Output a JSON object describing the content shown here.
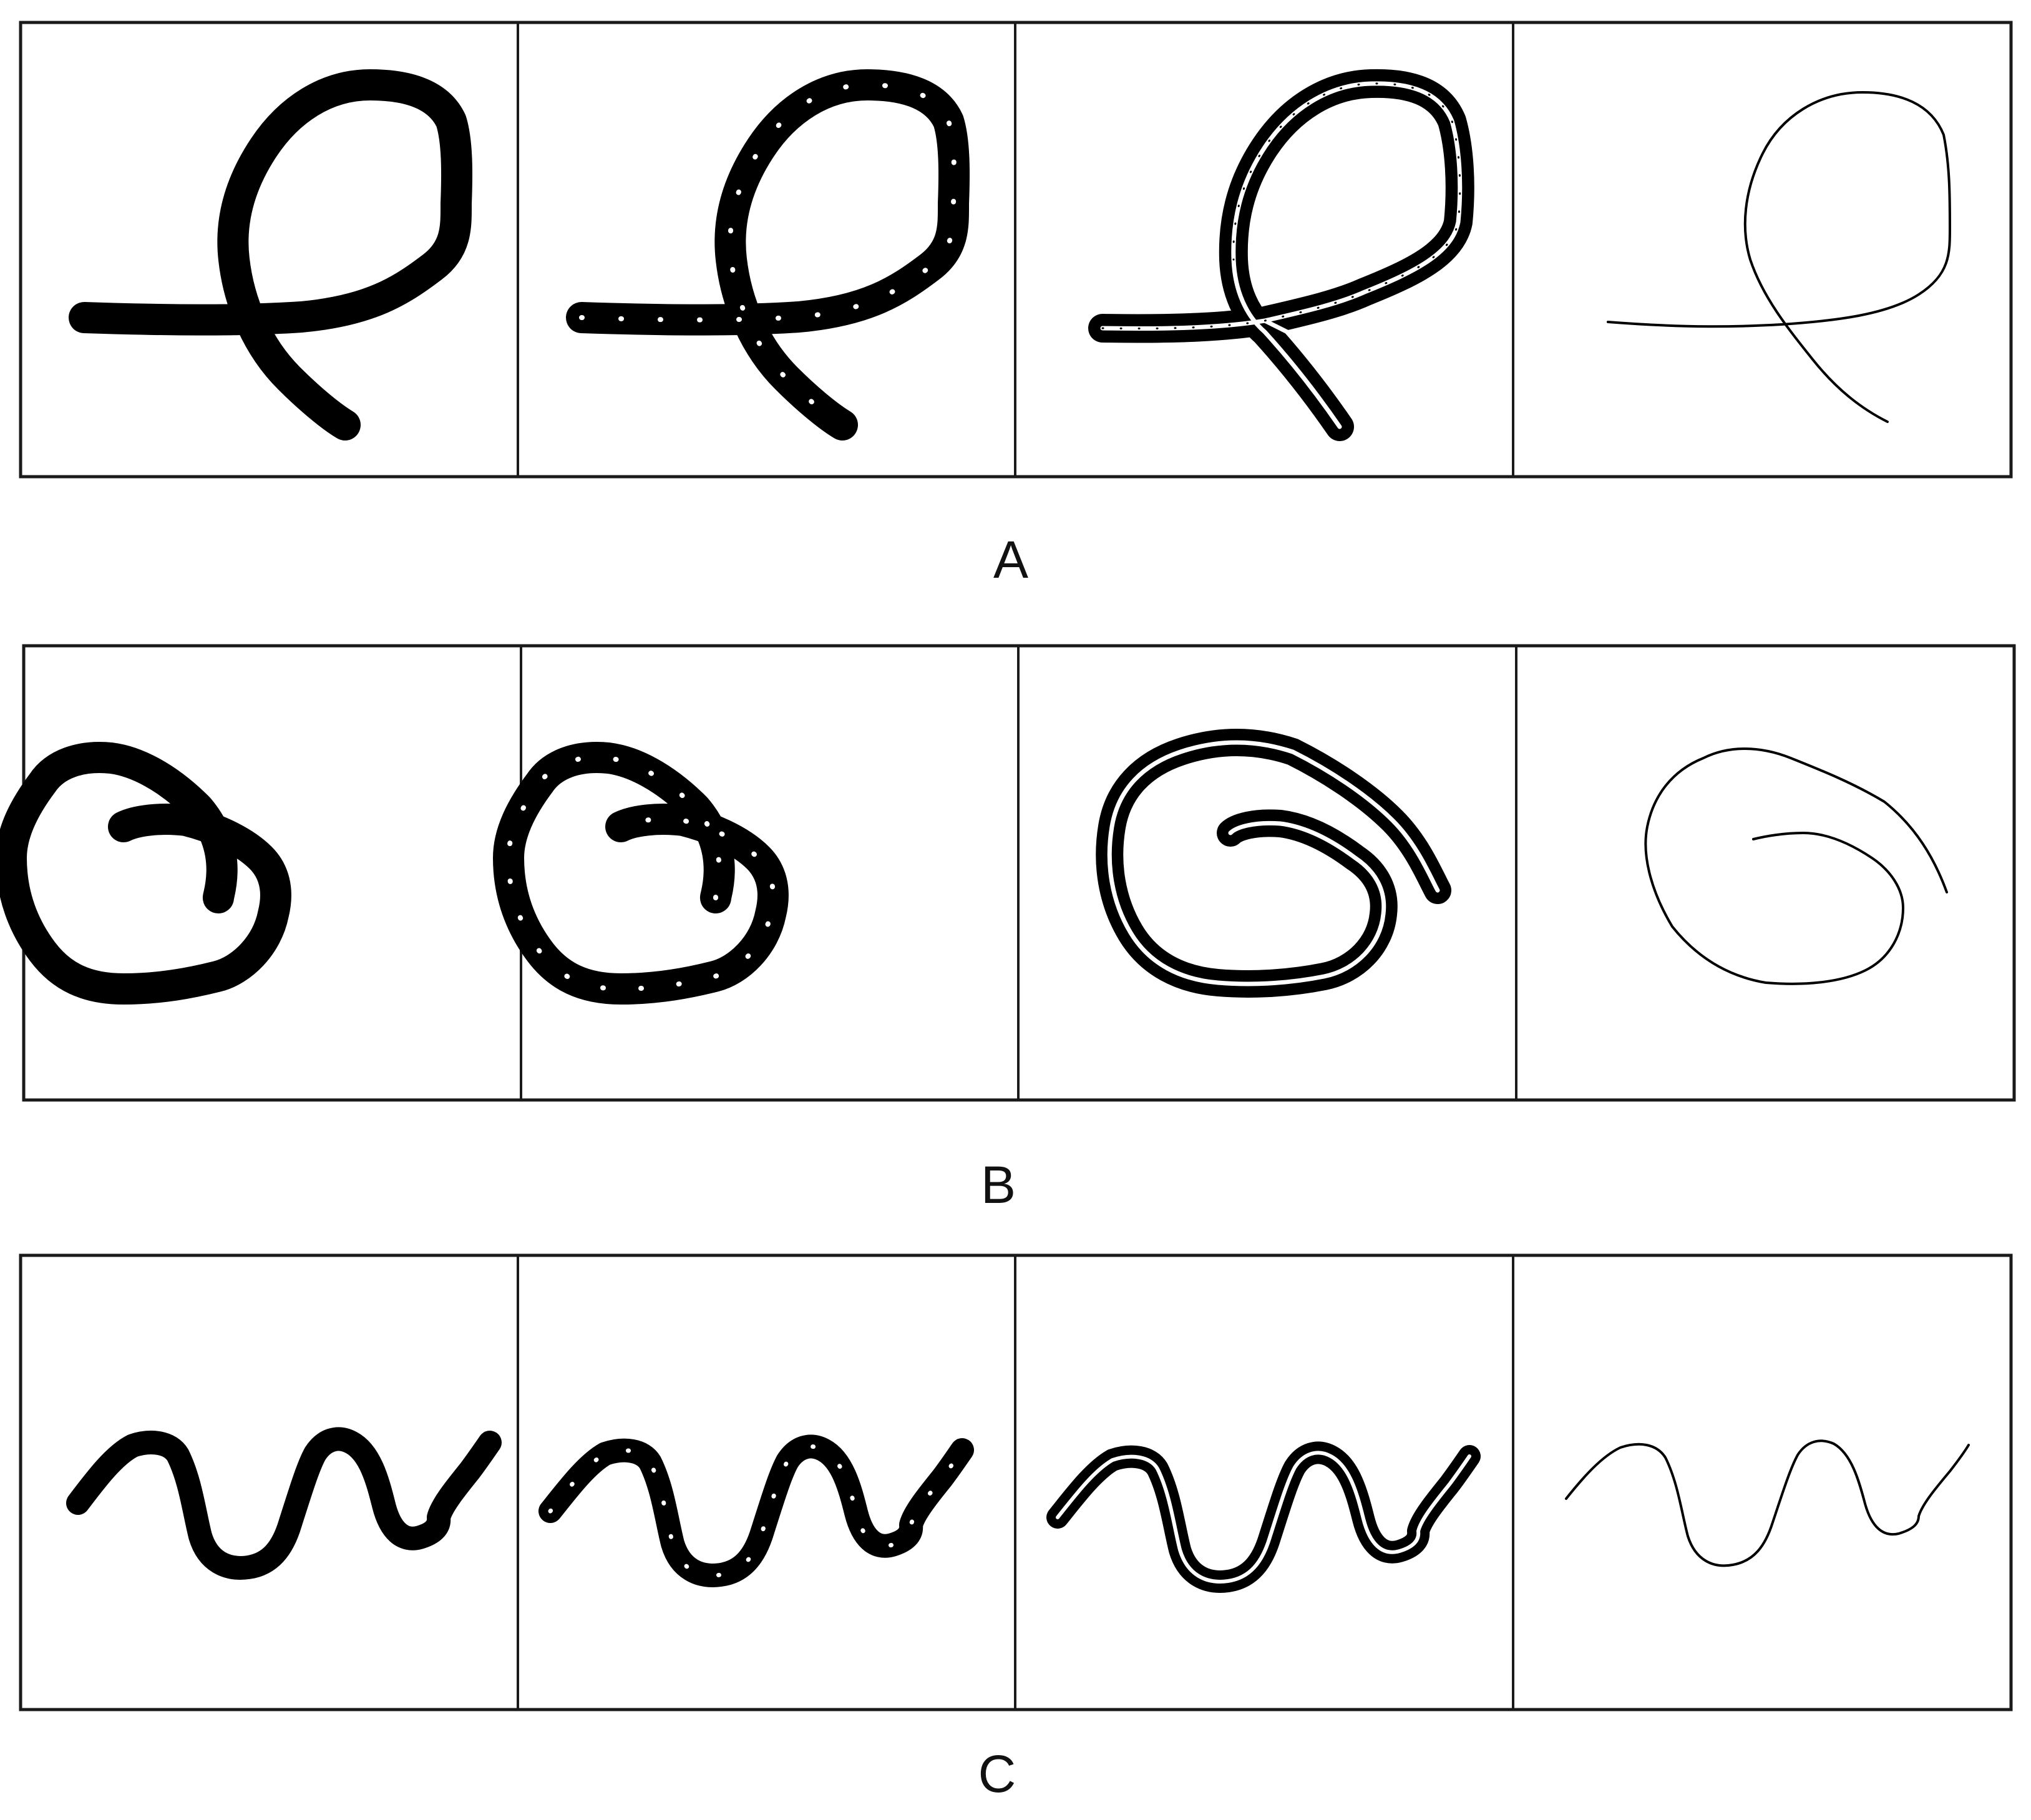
{
  "rows": [
    {
      "key": "loop",
      "label": "A"
    },
    {
      "key": "spiral",
      "label": "B"
    },
    {
      "key": "wave",
      "label": "C"
    }
  ],
  "colors": {
    "stroke": "#000000",
    "skeleton": "#ffffff",
    "frame": "#1a1a1a"
  }
}
